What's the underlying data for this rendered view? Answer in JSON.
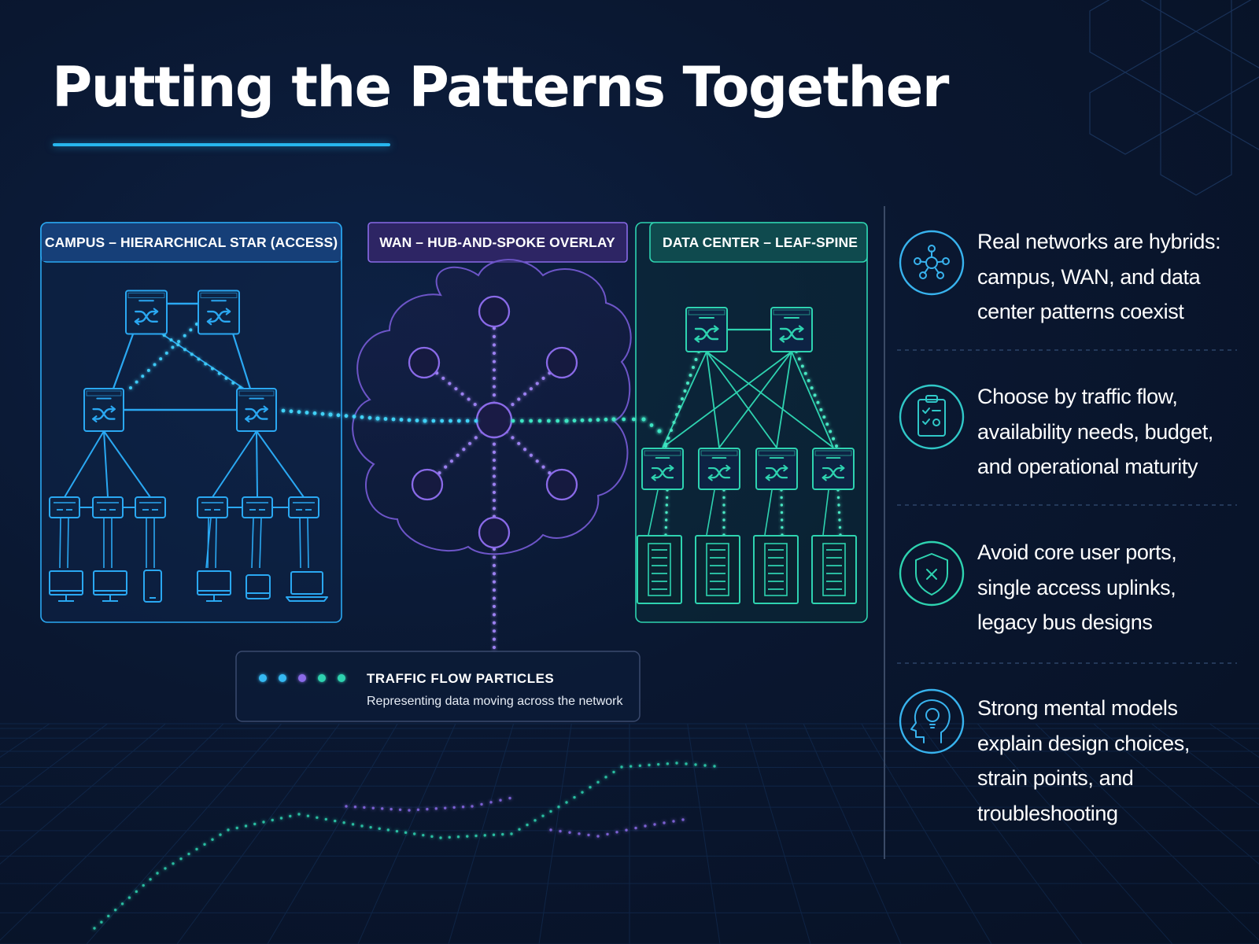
{
  "title": "Putting the Patterns Together",
  "colors": {
    "background": "#0a1730",
    "accent_blue": "#2aa8f2",
    "accent_purple": "#8a6ae8",
    "accent_teal": "#2ed3b0",
    "divider": "#3a4a66"
  },
  "panels": [
    {
      "id": "campus",
      "title": "CAMPUS – HIERARCHICAL STAR (ACCESS)",
      "color": "#2aa8f2",
      "core_switches": 2,
      "distribution_switches": 2,
      "access_switches": 6,
      "endpoints": [
        "desktop-icon",
        "desktop-icon",
        "phone-icon",
        "desktop-icon",
        "tablet-icon",
        "laptop-icon"
      ]
    },
    {
      "id": "wan",
      "title": "WAN – HUB-AND-SPOKE OVERLAY",
      "color": "#8a6ae8",
      "hub": 1,
      "spokes": 6
    },
    {
      "id": "datacenter",
      "title": "DATA CENTER – LEAF-SPINE",
      "color": "#2ed3b0",
      "spine_switches": 2,
      "leaf_switches": 4,
      "server_racks": 4
    }
  ],
  "legend": {
    "title": "TRAFFIC FLOW PARTICLES",
    "subtitle": "Representing data moving across the network",
    "dot_colors": [
      "#34b9f2",
      "#34b9f2",
      "#8a6ae8",
      "#2ed3b0",
      "#2ed3b0"
    ]
  },
  "takeaways": [
    {
      "icon": "hub-network-icon",
      "lines": [
        "Real networks are hybrids:",
        "campus, WAN, and data",
        "center patterns coexist"
      ]
    },
    {
      "icon": "clipboard-checklist-icon",
      "lines": [
        "Choose by traffic flow,",
        "availability needs, budget,",
        "and operational maturity"
      ]
    },
    {
      "icon": "shield-x-icon",
      "lines": [
        "Avoid core user ports,",
        "single access uplinks,",
        "legacy bus designs"
      ]
    },
    {
      "icon": "head-lightbulb-icon",
      "lines": [
        "Strong mental models",
        "explain design choices,",
        "strain points, and",
        "troubleshooting"
      ]
    }
  ]
}
